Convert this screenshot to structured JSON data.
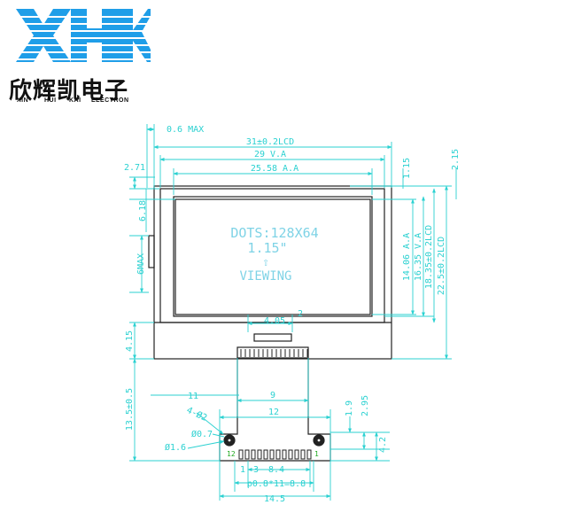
{
  "logo": {
    "mark": "XHK",
    "chinese_name": "欣辉凯电子",
    "english_words": [
      "XIN",
      "HUI",
      "KAI",
      "ELECTRON"
    ],
    "brand_color": "#1f9ee8"
  },
  "lcd_screen": {
    "dots": "DOTS:128X64",
    "size": "1.15\"",
    "viewing_arrow": "⇧",
    "viewing": "VIEWING"
  },
  "dimensions": {
    "max_thickness": "0.6 MAX",
    "lcd_width": "31±0.2LCD",
    "va_width": "29 V.A",
    "aa_width": "25.58 A.A",
    "left_offset_top": "2.71",
    "left_offset_aa": "6.18",
    "thickness": "6MAX",
    "right_1_15": "1.15",
    "right_2_15": "2.15",
    "aa_height": "14.06 A.A",
    "va_height": "16.35 V.A",
    "lcd_height_inner": "18.35±0.2LCD",
    "lcd_height_total": "22.5±0.2LCD",
    "fpc_left_a": "4.15",
    "fpc_length": "13.5±0.5",
    "fpc_offset_11": "11",
    "fpc_neck_width": "9",
    "fpc_tab_width": "12",
    "hole_spec": "4-Ø2",
    "hole_07": "Ø0.7",
    "hole_16": "Ø1.6",
    "conn_small_a": "4.05",
    "conn_small_b": "2",
    "fpc_right_19": "1.9",
    "fpc_right_295": "2.95",
    "fpc_right_42": "4.2",
    "pin_first": "12",
    "pin_last": "1",
    "pitch_span": "8.4",
    "pitch": "p0.8*11=8.8",
    "total_tab": "14.5",
    "tab_dim_1": "1",
    "tab_dim_3": "3"
  }
}
